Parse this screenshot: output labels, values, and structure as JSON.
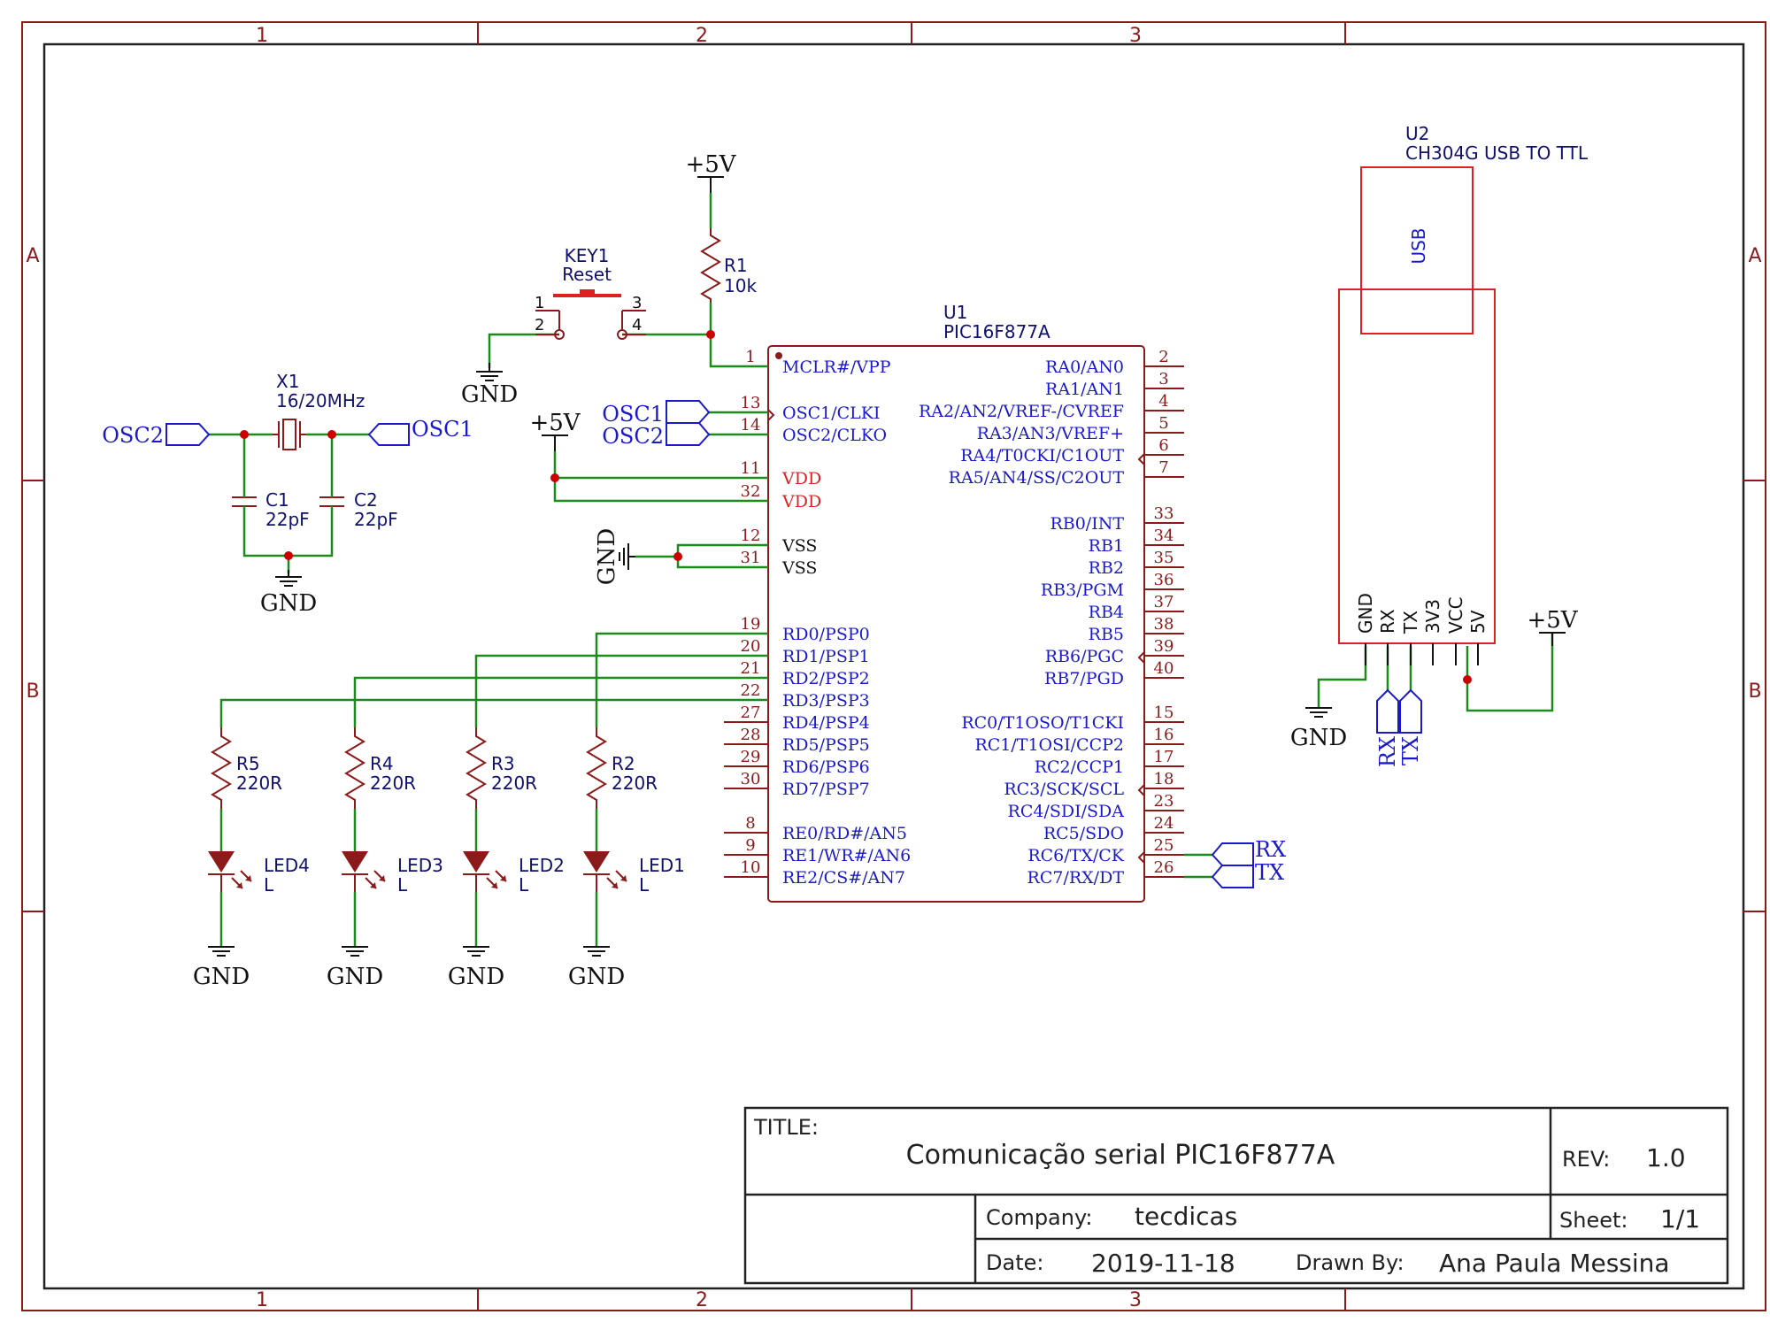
{
  "frame": {
    "cols": [
      "1",
      "2",
      "3"
    ],
    "rows": [
      "A",
      "B"
    ]
  },
  "title_block": {
    "title_label": "TITLE:",
    "title": "Comunicação serial PIC16F877A",
    "rev_label": "REV:",
    "rev": "1.0",
    "company_label": "Company:",
    "company": "tecdicas",
    "sheet_label": "Sheet:",
    "sheet": "1/1",
    "date_label": "Date:",
    "date": "2019-11-18",
    "drawn_by_label": "Drawn By:",
    "drawn_by": "Ana Paula Messina"
  },
  "u1": {
    "ref": "U1",
    "part": "PIC16F877A",
    "left_pins": [
      {
        "num": "1",
        "name": "MCLR#/VPP"
      },
      {
        "num": "13",
        "name": "OSC1/CLKI"
      },
      {
        "num": "14",
        "name": "OSC2/CLKO"
      },
      {
        "num": "11",
        "name": "VDD"
      },
      {
        "num": "32",
        "name": "VDD"
      },
      {
        "num": "12",
        "name": "VSS"
      },
      {
        "num": "31",
        "name": "VSS"
      },
      {
        "num": "19",
        "name": "RD0/PSP0"
      },
      {
        "num": "20",
        "name": "RD1/PSP1"
      },
      {
        "num": "21",
        "name": "RD2/PSP2"
      },
      {
        "num": "22",
        "name": "RD3/PSP3"
      },
      {
        "num": "27",
        "name": "RD4/PSP4"
      },
      {
        "num": "28",
        "name": "RD5/PSP5"
      },
      {
        "num": "29",
        "name": "RD6/PSP6"
      },
      {
        "num": "30",
        "name": "RD7/PSP7"
      },
      {
        "num": "8",
        "name": "RE0/RD#/AN5"
      },
      {
        "num": "9",
        "name": "RE1/WR#/AN6"
      },
      {
        "num": "10",
        "name": "RE2/CS#/AN7"
      }
    ],
    "right_pins": [
      {
        "num": "2",
        "name": "RA0/AN0"
      },
      {
        "num": "3",
        "name": "RA1/AN1"
      },
      {
        "num": "4",
        "name": "RA2/AN2/VREF-/CVREF"
      },
      {
        "num": "5",
        "name": "RA3/AN3/VREF+"
      },
      {
        "num": "6",
        "name": "RA4/T0CKI/C1OUT"
      },
      {
        "num": "7",
        "name": "RA5/AN4/SS/C2OUT"
      },
      {
        "num": "33",
        "name": "RB0/INT"
      },
      {
        "num": "34",
        "name": "RB1"
      },
      {
        "num": "35",
        "name": "RB2"
      },
      {
        "num": "36",
        "name": "RB3/PGM"
      },
      {
        "num": "37",
        "name": "RB4"
      },
      {
        "num": "38",
        "name": "RB5"
      },
      {
        "num": "39",
        "name": "RB6/PGC"
      },
      {
        "num": "40",
        "name": "RB7/PGD"
      },
      {
        "num": "15",
        "name": "RC0/T1OSO/T1CKI"
      },
      {
        "num": "16",
        "name": "RC1/T1OSI/CCP2"
      },
      {
        "num": "17",
        "name": "RC2/CCP1"
      },
      {
        "num": "18",
        "name": "RC3/SCK/SCL"
      },
      {
        "num": "23",
        "name": "RC4/SDI/SDA"
      },
      {
        "num": "24",
        "name": "RC5/SDO"
      },
      {
        "num": "25",
        "name": "RC6/TX/CK"
      },
      {
        "num": "26",
        "name": "RC7/RX/DT"
      }
    ]
  },
  "u2": {
    "ref": "U2",
    "part": "CH304G USB TO TTL",
    "usb_label": "USB",
    "pins": [
      "GND",
      "RX",
      "TX",
      "3V3",
      "VCC",
      "5V"
    ]
  },
  "key1": {
    "ref": "KEY1",
    "value": "Reset",
    "pins": [
      "1",
      "2",
      "3",
      "4"
    ]
  },
  "r1": {
    "ref": "R1",
    "value": "10k"
  },
  "x1": {
    "ref": "X1",
    "value": "16/20MHz"
  },
  "c1": {
    "ref": "C1",
    "value": "22pF"
  },
  "c2": {
    "ref": "C2",
    "value": "22pF"
  },
  "resistors": [
    {
      "ref": "R5",
      "value": "220R"
    },
    {
      "ref": "R4",
      "value": "220R"
    },
    {
      "ref": "R3",
      "value": "220R"
    },
    {
      "ref": "R2",
      "value": "220R"
    }
  ],
  "leds": [
    {
      "ref": "LED4",
      "value": "L"
    },
    {
      "ref": "LED3",
      "value": "L"
    },
    {
      "ref": "LED2",
      "value": "L"
    },
    {
      "ref": "LED1",
      "value": "L"
    }
  ],
  "nets": {
    "vcc": "+5V",
    "gnd": "GND",
    "osc1": "OSC1",
    "osc2": "OSC2",
    "rx": "RX",
    "tx": "TX"
  }
}
